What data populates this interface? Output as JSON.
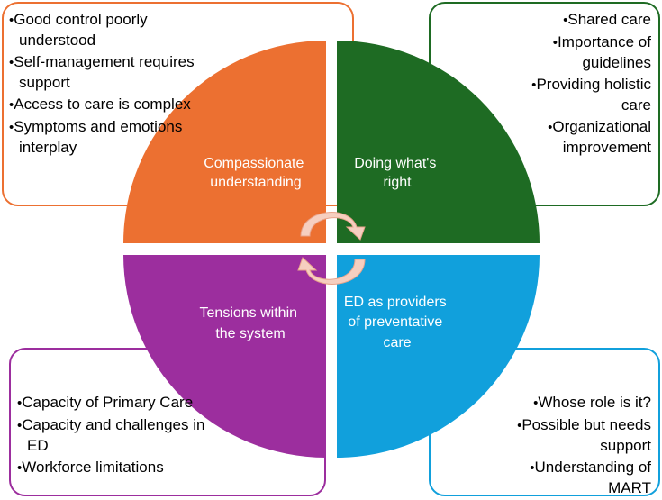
{
  "quadrants": [
    {
      "id": "tl",
      "label_lines": [
        "Compassionate",
        "understanding"
      ],
      "color": "#ec7031",
      "bullets": [
        "Good control poorly understood",
        "Self-management requires support",
        "Access to care is complex",
        "Symptoms and emotions interplay"
      ]
    },
    {
      "id": "tr",
      "label_lines": [
        "Doing what's",
        "right"
      ],
      "color": "#1e6b23",
      "bullets": [
        "Shared care",
        "Importance of guidelines",
        "Providing holistic care",
        "Organizational improvement"
      ]
    },
    {
      "id": "bl",
      "label_lines": [
        "Tensions within",
        "the system"
      ],
      "color": "#9c2e9e",
      "bullets": [
        "Capacity of Primary Care",
        "Capacity and challenges in ED",
        "Workforce limitations"
      ]
    },
    {
      "id": "br",
      "label_lines": [
        "ED as providers",
        "of preventative",
        "care"
      ],
      "color": "#11a0dc",
      "bullets": [
        "Whose role is it?",
        "Possible but needs support",
        "Understanding of MART"
      ]
    }
  ],
  "arrow_color": "#f6cfc0",
  "bullet_glyph": "•"
}
